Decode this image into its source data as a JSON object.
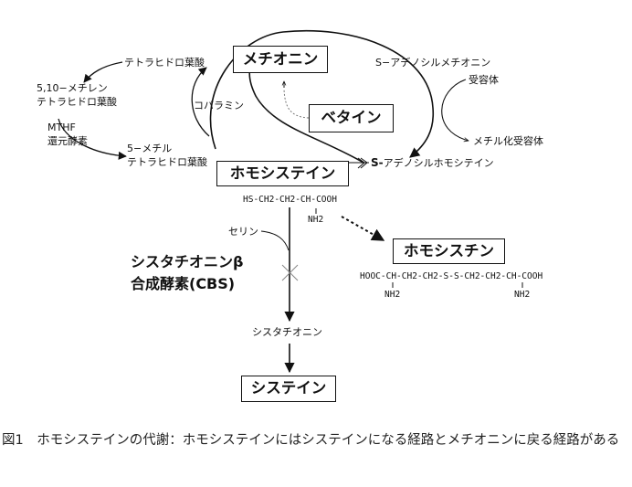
{
  "boxes": {
    "methionine": "メチオニン",
    "betaine": "ベタイン",
    "homocysteine": "ホモシステイン",
    "homocystine": "ホモシスチン",
    "cysteine": "システイン"
  },
  "labels": {
    "thf": "テトラヒドロ葉酸",
    "methylene_thf_line1": "5,10−メチレン",
    "methylene_thf_line2": "テトラヒドロ葉酸",
    "mthf_line1": "MTHF",
    "mthf_line2": "還元酵素",
    "methyl_thf_line1": "5−メチル",
    "methyl_thf_line2": "テトラヒドロ葉酸",
    "cobalamin": "コバラミン",
    "sam": "S−アデノシルメチオニン",
    "acceptor": "受容体",
    "methyl_acceptor": "メチル化受容体",
    "sah_prefix": "S-",
    "sah_rest": "アデノシルホモシテイン",
    "serine": "セリン",
    "cbs_line1": "シスタチオニンβ",
    "cbs_line2": "合成酵素(CBS)",
    "cystathionine": "シスタチオニン"
  },
  "formulas": {
    "homocysteine": "HS-CH2-CH2-CH-COOH",
    "homocysteine_nh2": "NH2",
    "homocystine": "HOOC-CH-CH2-CH2-S-S-CH2-CH2-CH-COOH",
    "homocystine_nh2_left": "NH2",
    "homocystine_nh2_right": "NH2"
  },
  "caption": "図1　ホモシステインの代謝：ホモシステインにはシステインになる経路とメチオニンに戻る経路がある"
}
